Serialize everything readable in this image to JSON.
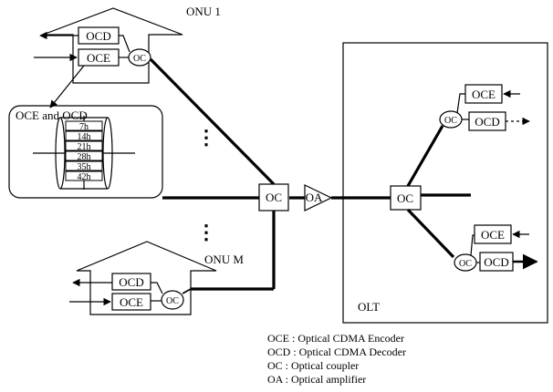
{
  "onu1": {
    "title": "ONU 1",
    "ocd": "OCD",
    "oce": "OCE",
    "oc": "OC"
  },
  "onum": {
    "title": "ONU M",
    "ocd": "OCD",
    "oce": "OCE",
    "oc": "OC"
  },
  "detail": {
    "title": "OCE and OCD",
    "gratings": [
      "7h",
      "14h",
      "21h",
      "28h",
      "35h",
      "42h"
    ]
  },
  "ellipsis": "⋮",
  "center": {
    "oc": "OC",
    "oa": "OA"
  },
  "olt": {
    "label": "OLT",
    "oc_main": "OC",
    "top": {
      "oce": "OCE",
      "ocd": "OCD",
      "oc": "OC"
    },
    "bottom": {
      "oce": "OCE",
      "ocd": "OCD",
      "oc": "OC"
    }
  },
  "legend": [
    "OCE : Optical CDMA Encoder",
    "OCD : Optical CDMA Decoder",
    "OC : Optical coupler",
    "OA : Optical amplifier"
  ]
}
